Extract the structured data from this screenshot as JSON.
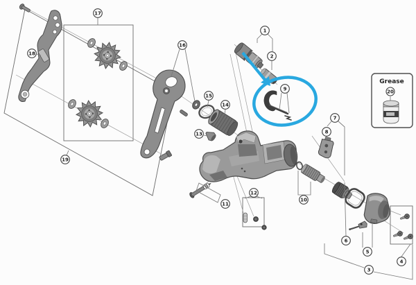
{
  "diagram": {
    "grease_box": {
      "title": "Grease",
      "callout": "20"
    },
    "callouts": [
      {
        "num": "1"
      },
      {
        "num": "2"
      },
      {
        "num": "3"
      },
      {
        "num": "4"
      },
      {
        "num": "5"
      },
      {
        "num": "6"
      },
      {
        "num": "7"
      },
      {
        "num": "8"
      },
      {
        "num": "9"
      },
      {
        "num": "10"
      },
      {
        "num": "11"
      },
      {
        "num": "12"
      },
      {
        "num": "13"
      },
      {
        "num": "14"
      },
      {
        "num": "15"
      },
      {
        "num": "16"
      },
      {
        "num": "17"
      },
      {
        "num": "18"
      },
      {
        "num": "19"
      }
    ],
    "colors": {
      "highlight": "#29a8e0",
      "outline": "#4a4a4a",
      "part_gray": "#8f8f8f",
      "background": "#fcfcfc"
    }
  }
}
